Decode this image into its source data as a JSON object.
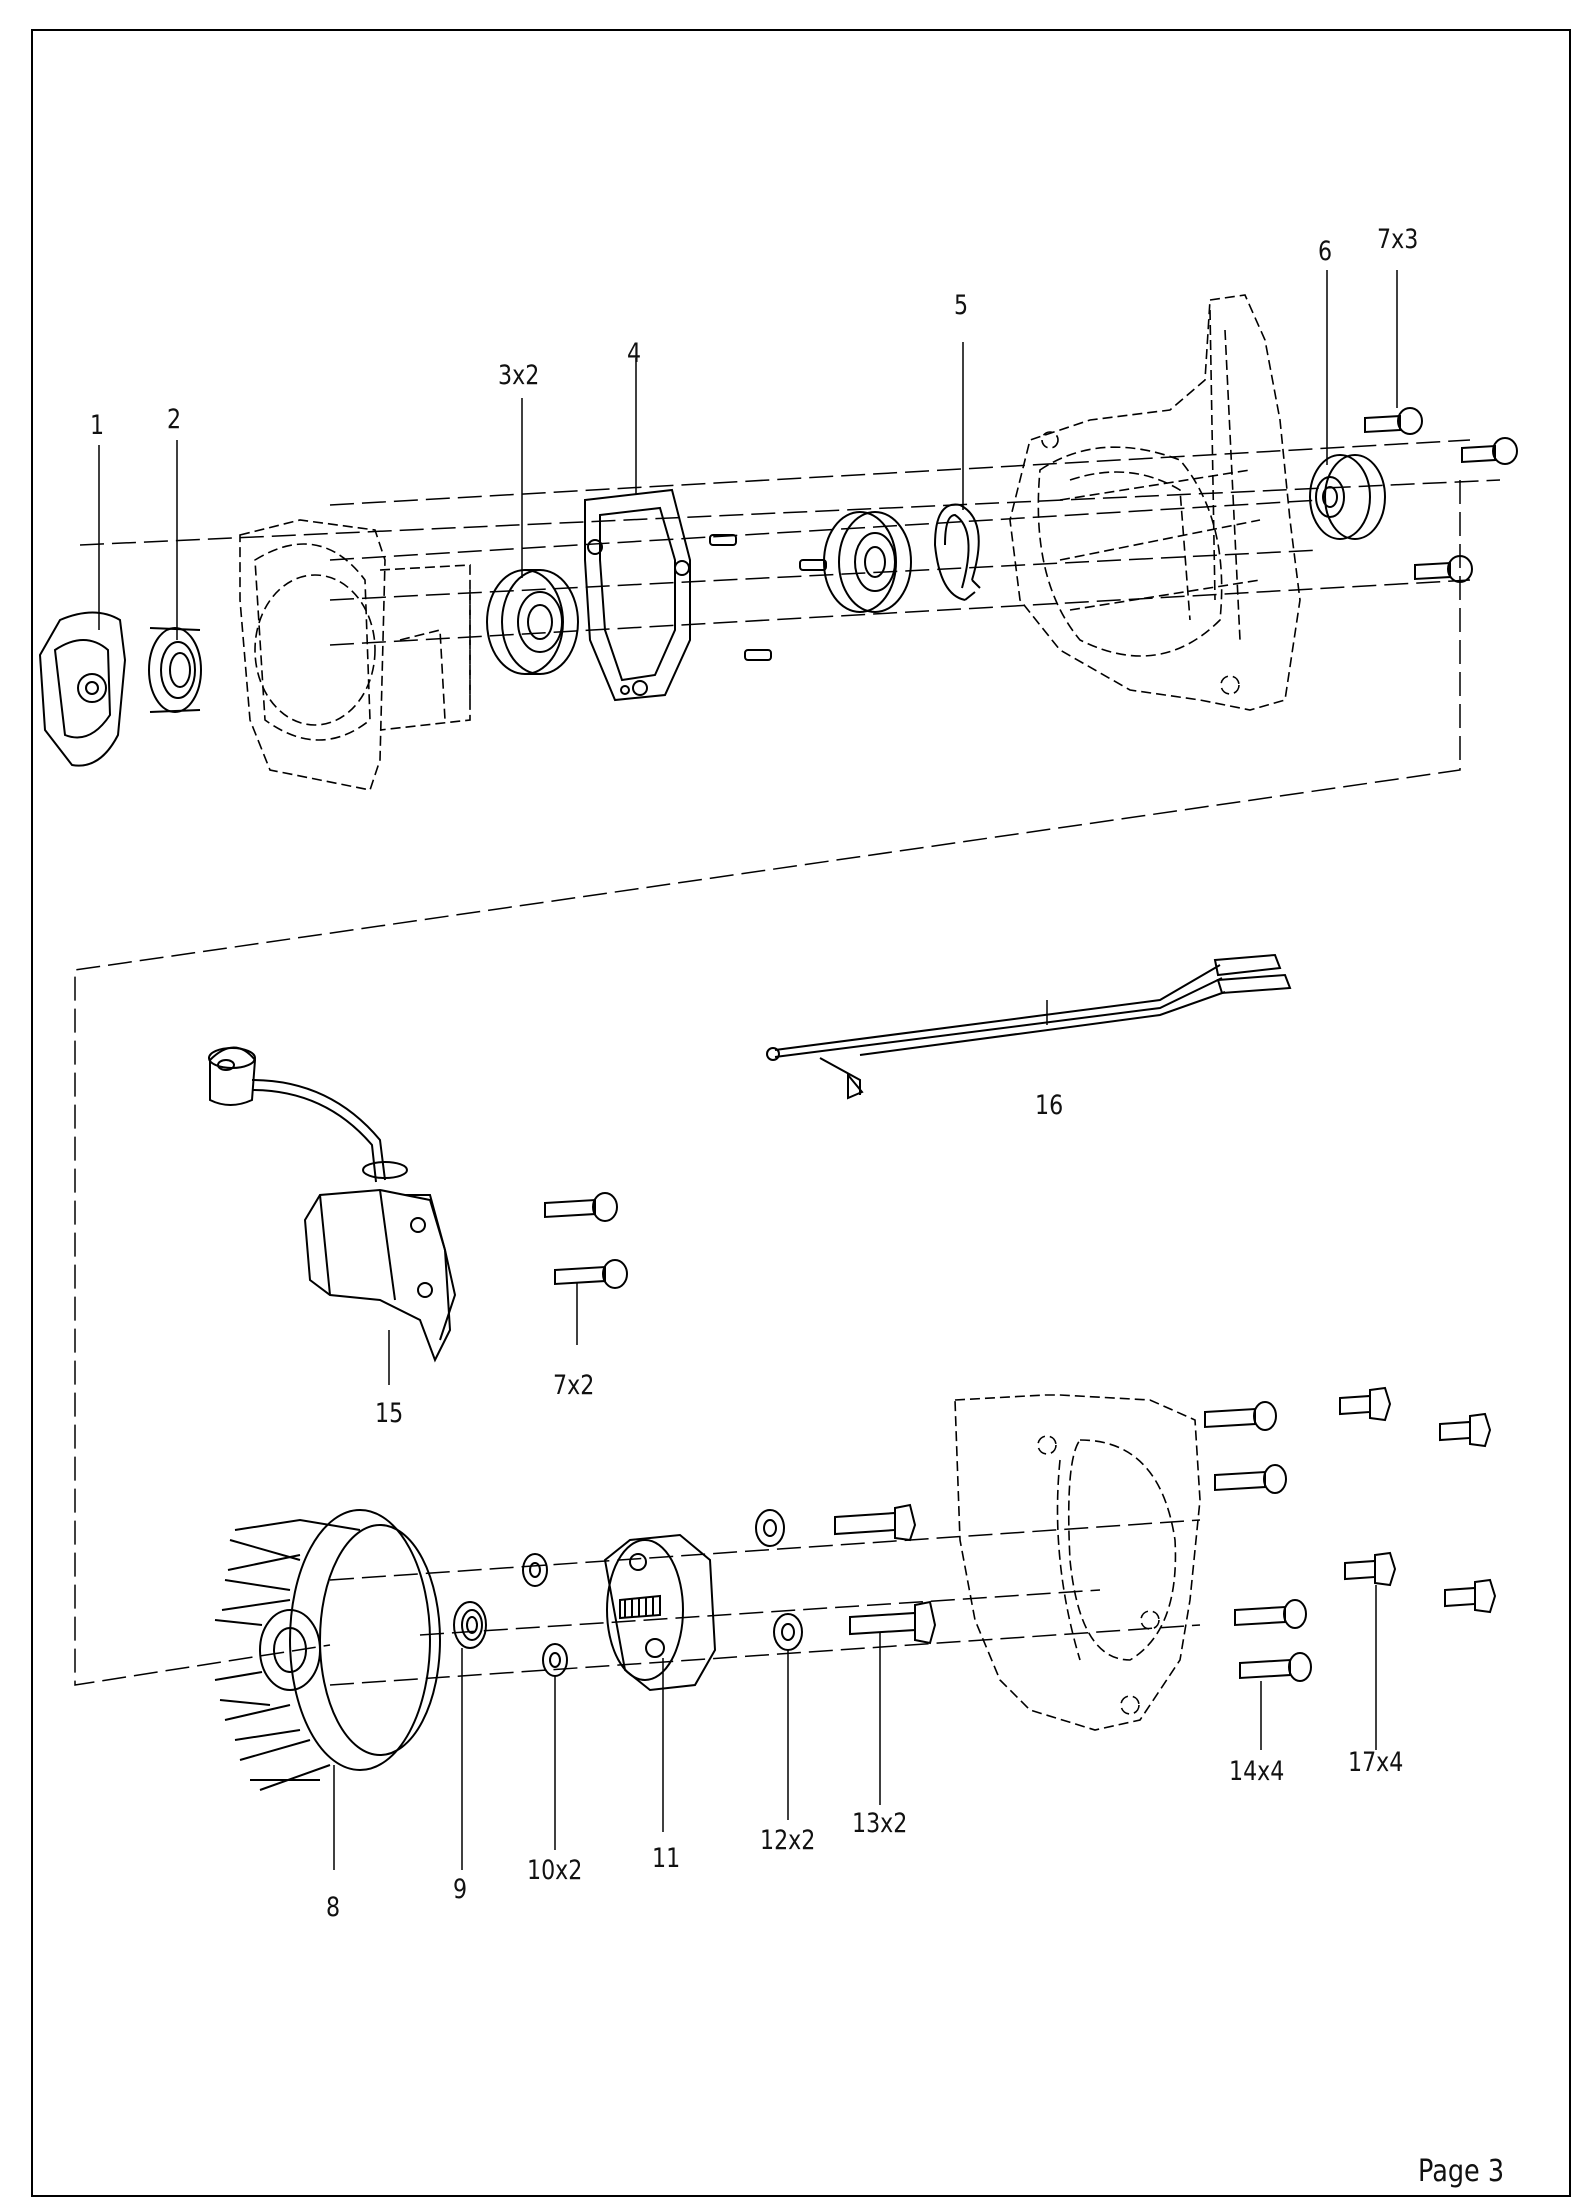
{
  "parts": {
    "p1": "1",
    "p2": "2",
    "p3": "3x2",
    "p4": "4",
    "p5": "5",
    "p6": "6",
    "p7a": "7x3",
    "p7b": "7x2",
    "p8": "8",
    "p9": "9",
    "p10": "10x2",
    "p11": "11",
    "p12": "12x2",
    "p13": "13x2",
    "p14": "14x4",
    "p15": "15",
    "p16": "16",
    "p17": "17x4"
  },
  "footer": {
    "page": "Page 3"
  }
}
